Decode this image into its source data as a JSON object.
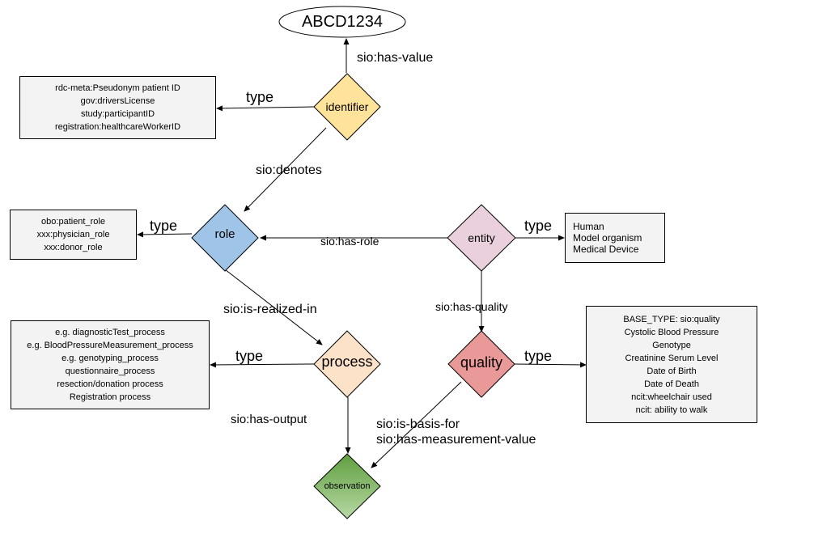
{
  "colors": {
    "identifier": "#ffe39a",
    "role": "#9fc4e8",
    "entity": "#e9d0dc",
    "process": "#fce2c8",
    "quality": "#ea9999",
    "observation_top": "#5f9e3e",
    "observation_bottom": "#b7d9a5",
    "box_fill": "#f3f3f3"
  },
  "nodes": {
    "value": "ABCD1234",
    "identifier": "identifier",
    "role": "role",
    "entity": "entity",
    "process": "process",
    "quality": "quality",
    "observation": "observation"
  },
  "boxes": {
    "identifier_types": [
      "rdc-meta:Pseudonym patient ID",
      "gov:driversLicense",
      "study:participantID",
      "registration:healthcareWorkerID"
    ],
    "role_types": [
      "obo:patient_role",
      "xxx:physician_role",
      "xxx:donor_role"
    ],
    "entity_types": [
      "Human",
      "Model organism",
      "Medical Device"
    ],
    "process_types": [
      "e.g. diagnosticTest_process",
      "e.g. BloodPressureMeasurement_process",
      "e.g. genotyping_process",
      "questionnaire_process",
      "resection/donation process",
      "Registration process"
    ],
    "quality_types": [
      "BASE_TYPE:  sio:quality",
      "Cystolic Blood Pressure",
      "Genotype",
      "Creatinine Serum Level",
      "Date of Birth",
      "Date of Death",
      "ncit:wheelchair used",
      "ncit: ability to walk"
    ]
  },
  "edge_labels": {
    "has_value": "sio:has-value",
    "identifier_type": "type",
    "denotes": "sio:denotes",
    "role_type": "type",
    "has_role": "sio:has-role",
    "entity_type": "type",
    "is_realized_in": "sio:is-realized-in",
    "has_quality": "sio:has-quality",
    "process_type": "type",
    "quality_type": "type",
    "has_output": "sio:has-output",
    "is_basis_for": "sio:is-basis-for",
    "has_measurement_value": "sio:has-measurement-value"
  }
}
